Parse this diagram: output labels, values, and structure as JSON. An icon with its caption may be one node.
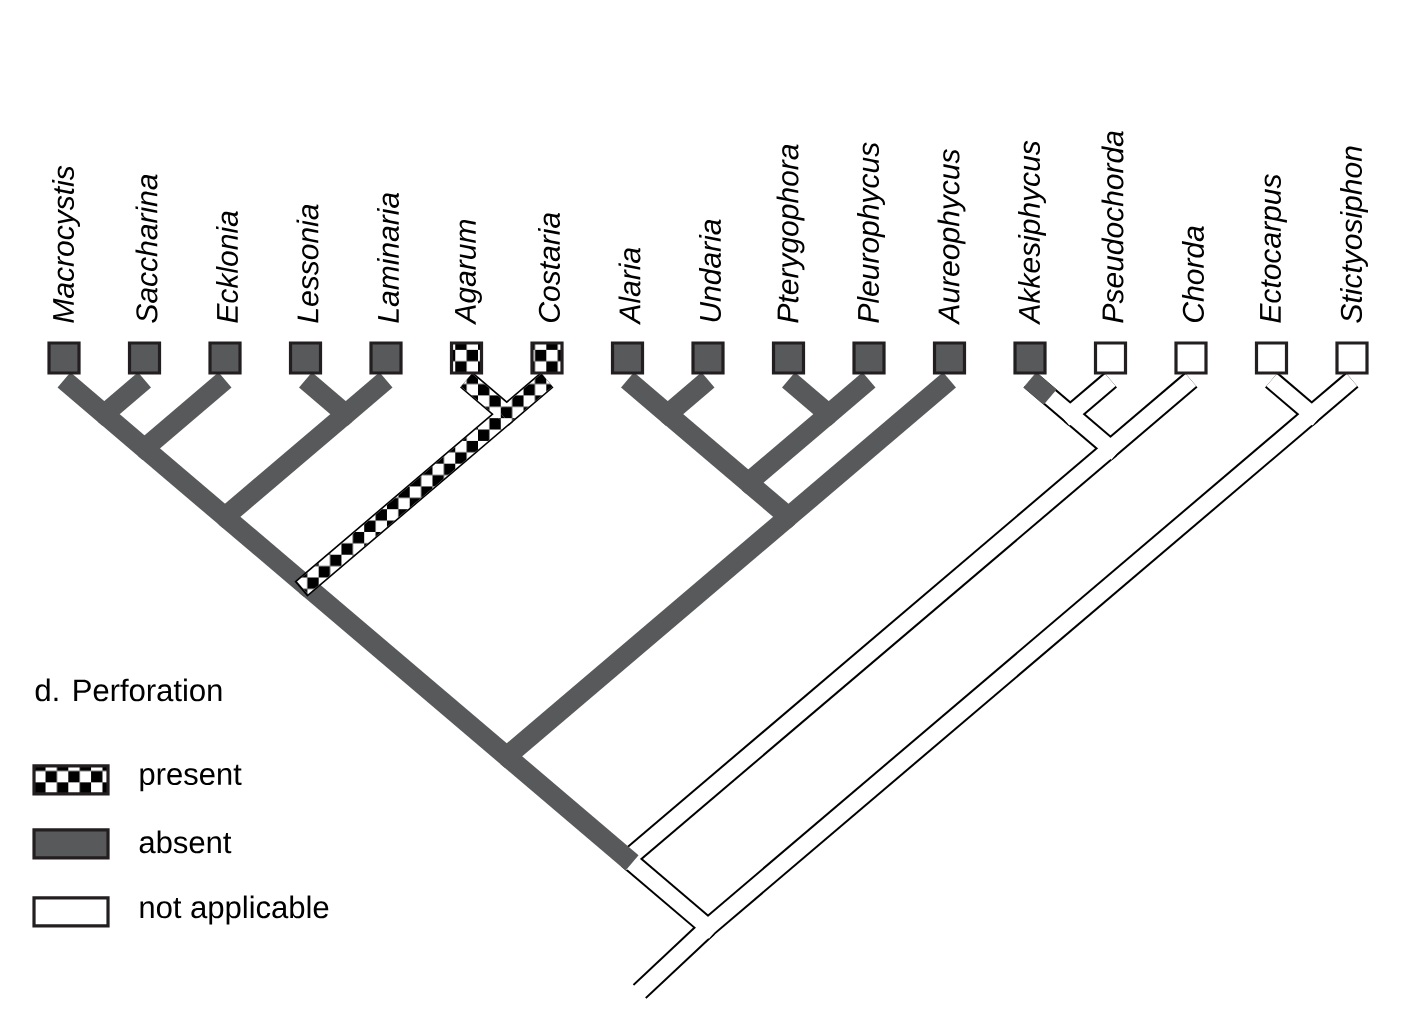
{
  "diagram": {
    "title": "d. Perforation",
    "nodes": [
      {
        "text": [
          "Macrocystis"
        ]
      },
      {
        "text": [
          "Saccharina"
        ]
      },
      {
        "text": [
          "Ecklonia"
        ]
      },
      {
        "text": [
          "Lessonia"
        ]
      },
      {
        "text": [
          "Laminaria"
        ]
      },
      {
        "text": [
          "Agarum"
        ]
      },
      {
        "text": [
          "Costaria"
        ]
      },
      {
        "text": [
          "Alaria"
        ]
      },
      {
        "text": [
          "Undaria"
        ]
      },
      {
        "text": [
          "Pterygophora"
        ]
      },
      {
        "text": [
          "Pleurophycus"
        ]
      },
      {
        "text": [
          "Aureophycus"
        ]
      },
      {
        "text": [
          "Akkesiphycus"
        ]
      },
      {
        "text": [
          "Pseudochorda"
        ]
      },
      {
        "text": [
          "Chorda"
        ]
      },
      {
        "text": [
          "Ectocarpus"
        ]
      },
      {
        "text": [
          "Stictyosiphon"
        ]
      }
    ],
    "legend": [
      {
        "text": "present"
      },
      {
        "text": "absent",
        "color": "#58595b"
      },
      {
        "text": "not applicable"
      }
    ]
  }
}
